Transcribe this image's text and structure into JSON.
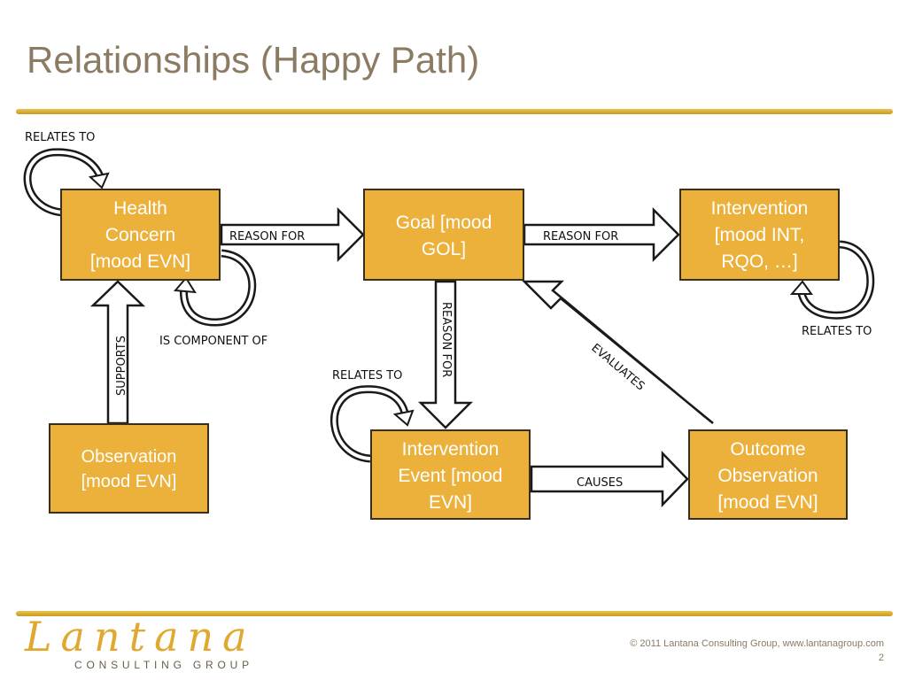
{
  "slide": {
    "title": "Relationships (Happy Path)",
    "copyright": "© 2011 Lantana Consulting Group, www.lantanagroup.com",
    "page_number": "2"
  },
  "logo": {
    "wordmark": "Lantana",
    "subtitle": "CONSULTING GROUP"
  },
  "colors": {
    "box_fill": "#ecb13b",
    "title": "#8a7b62",
    "rule": "#e1a830"
  },
  "boxes": {
    "health_concern": [
      "Health",
      "Concern",
      "[mood EVN]"
    ],
    "goal": [
      "Goal [mood",
      "GOL]"
    ],
    "intervention": [
      "Intervention",
      "[mood INT,",
      "RQO, …]"
    ],
    "observation": [
      "Observation",
      "[mood EVN]"
    ],
    "intervention_event": [
      "Intervention",
      "Event [mood",
      "EVN]"
    ],
    "outcome_observation": [
      "Outcome",
      "Observation",
      "[mood EVN]"
    ]
  },
  "relationships": {
    "hc_relates_to": "RELATES TO",
    "hc_to_goal": "REASON FOR",
    "goal_to_intervention": "REASON FOR",
    "intervention_relates_to": "RELATES TO",
    "hc_is_component_of": "IS COMPONENT OF",
    "observation_supports": "SUPPORTS",
    "goal_to_event": "REASON FOR",
    "event_relates_to": "RELATES TO",
    "outcome_evaluates": "EVALUATES",
    "event_causes": "CAUSES"
  }
}
